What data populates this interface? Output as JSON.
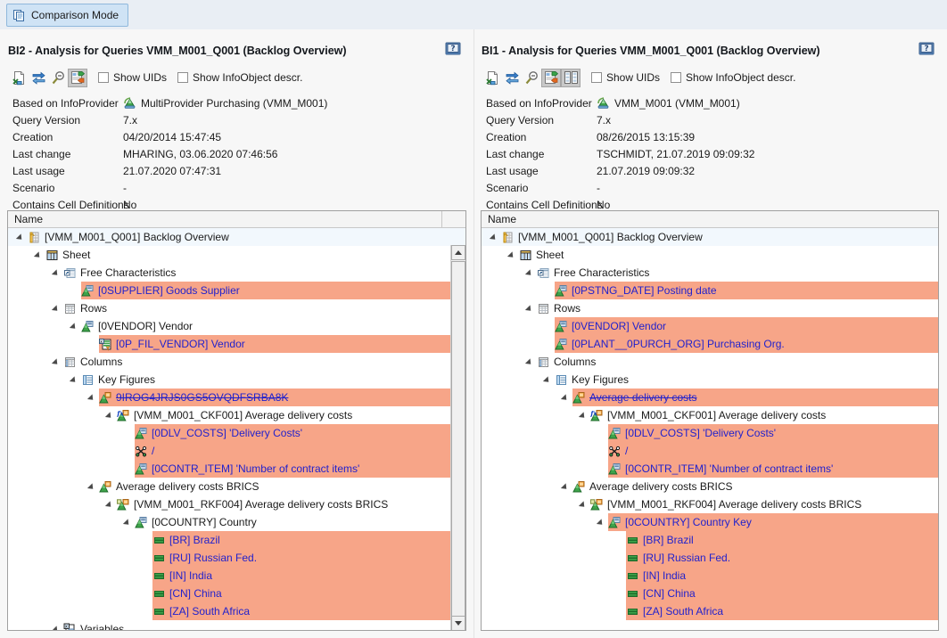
{
  "topbar": {
    "comparison_mode_label": "Comparison Mode",
    "comparison_mode_icon": "copy-pages-icon"
  },
  "colors": {
    "highlight_diff": "#f7a588",
    "selected_row": "#f2f8fd",
    "accent_blue": "#2222cc",
    "button_active": "#cfe3f5"
  },
  "panels": [
    {
      "id": "BI2",
      "title": "BI2 - Analysis for Queries VMM_M001_Q001 (Backlog Overview)",
      "help_icon": "help-book-icon",
      "toolbar": {
        "buttons": [
          {
            "name": "export-query-icon",
            "pressed": false
          },
          {
            "name": "compare-exchange-icon",
            "pressed": false
          },
          {
            "name": "zoom-out-icon",
            "pressed": false
          },
          {
            "name": "show-differences-icon",
            "pressed": true
          }
        ],
        "checkboxes": [
          {
            "label": "Show UIDs",
            "checked": false
          },
          {
            "label": "Show InfoObject descr.",
            "checked": false
          }
        ]
      },
      "meta": [
        {
          "key": "Based on InfoProvider",
          "value": "MultiProvider Purchasing (VMM_M001)",
          "icon": "infoprovider-icon"
        },
        {
          "key": "Query Version",
          "value": "7.x",
          "icon": null
        },
        {
          "key": "Creation",
          "value": "04/20/2014 15:47:45",
          "icon": null
        },
        {
          "key": "Last change",
          "value": "MHARING, 03.06.2020 07:46:56",
          "icon": null
        },
        {
          "key": "Last usage",
          "value": "21.07.2020 07:47:31",
          "icon": null
        },
        {
          "key": "Scenario",
          "value": "-",
          "icon": null
        },
        {
          "key": "Contains Cell Definitions",
          "value": "No",
          "icon": null
        }
      ],
      "tree": {
        "column_header": "Name",
        "has_scrollbar": true,
        "rows": [
          {
            "depth": 0,
            "arrow": "open",
            "icon": "query-icon",
            "text": "[VMM_M001_Q001] Backlog Overview",
            "blue": false,
            "strike": false,
            "highlight": false,
            "selected": true
          },
          {
            "depth": 1,
            "arrow": "open",
            "icon": "sheet-icon",
            "text": "Sheet",
            "blue": false,
            "strike": false,
            "highlight": false,
            "selected": false
          },
          {
            "depth": 2,
            "arrow": "open",
            "icon": "free-chars-icon",
            "text": "Free Characteristics",
            "blue": false,
            "strike": false,
            "highlight": false,
            "selected": false
          },
          {
            "depth": 3,
            "arrow": "none",
            "icon": "characteristic-icon",
            "text": "[0SUPPLIER] Goods Supplier",
            "blue": true,
            "strike": false,
            "highlight": true,
            "selected": false
          },
          {
            "depth": 2,
            "arrow": "open",
            "icon": "rows-icon",
            "text": "Rows",
            "blue": false,
            "strike": false,
            "highlight": false,
            "selected": false
          },
          {
            "depth": 3,
            "arrow": "open",
            "icon": "characteristic-icon",
            "text": "[0VENDOR] Vendor",
            "blue": false,
            "strike": false,
            "highlight": false,
            "selected": false
          },
          {
            "depth": 4,
            "arrow": "none",
            "icon": "variable-filter-icon",
            "text": "[0P_FIL_VENDOR] Vendor",
            "blue": true,
            "strike": false,
            "highlight": true,
            "selected": false
          },
          {
            "depth": 2,
            "arrow": "open",
            "icon": "columns-icon",
            "text": "Columns",
            "blue": false,
            "strike": false,
            "highlight": false,
            "selected": false
          },
          {
            "depth": 3,
            "arrow": "open",
            "icon": "key-figures-icon",
            "text": "Key Figures",
            "blue": false,
            "strike": false,
            "highlight": false,
            "selected": false
          },
          {
            "depth": 4,
            "arrow": "open",
            "icon": "structure-member-icon",
            "text": "9IROG4JRJS0GS5OVQDFSRBA8K",
            "blue": true,
            "strike": true,
            "highlight": true,
            "selected": false
          },
          {
            "depth": 5,
            "arrow": "open",
            "icon": "calculated-kf-icon",
            "text": "[VMM_M001_CKF001] Average delivery costs",
            "blue": false,
            "strike": false,
            "highlight": false,
            "selected": false
          },
          {
            "depth": 6,
            "arrow": "none",
            "icon": "key-figure-icon",
            "text": "[0DLV_COSTS] 'Delivery Costs'",
            "blue": true,
            "strike": false,
            "highlight": true,
            "selected": false
          },
          {
            "depth": 6,
            "arrow": "none",
            "icon": "operator-icon",
            "text": "/",
            "blue": true,
            "strike": false,
            "highlight": true,
            "selected": false
          },
          {
            "depth": 6,
            "arrow": "none",
            "icon": "key-figure-icon",
            "text": "[0CONTR_ITEM] 'Number of contract items'",
            "blue": true,
            "strike": false,
            "highlight": true,
            "selected": false
          },
          {
            "depth": 4,
            "arrow": "open",
            "icon": "structure-member-icon",
            "text": "Average delivery costs BRICS",
            "blue": false,
            "strike": false,
            "highlight": false,
            "selected": false
          },
          {
            "depth": 5,
            "arrow": "open",
            "icon": "restricted-kf-icon",
            "text": "[VMM_M001_RKF004] Average delivery costs BRICS",
            "blue": false,
            "strike": false,
            "highlight": false,
            "selected": false
          },
          {
            "depth": 6,
            "arrow": "open",
            "icon": "characteristic-icon",
            "text": "[0COUNTRY] Country",
            "blue": false,
            "strike": false,
            "highlight": false,
            "selected": false
          },
          {
            "depth": 7,
            "arrow": "none",
            "icon": "member-value-icon",
            "text": "[BR] Brazil",
            "blue": true,
            "strike": false,
            "highlight": true,
            "selected": false
          },
          {
            "depth": 7,
            "arrow": "none",
            "icon": "member-value-icon",
            "text": "[RU] Russian Fed.",
            "blue": true,
            "strike": false,
            "highlight": true,
            "selected": false
          },
          {
            "depth": 7,
            "arrow": "none",
            "icon": "member-value-icon",
            "text": "[IN] India",
            "blue": true,
            "strike": false,
            "highlight": true,
            "selected": false
          },
          {
            "depth": 7,
            "arrow": "none",
            "icon": "member-value-icon",
            "text": "[CN] China",
            "blue": true,
            "strike": false,
            "highlight": true,
            "selected": false
          },
          {
            "depth": 7,
            "arrow": "none",
            "icon": "member-value-icon",
            "text": "[ZA] South Africa",
            "blue": true,
            "strike": false,
            "highlight": true,
            "selected": false
          },
          {
            "depth": 2,
            "arrow": "open",
            "icon": "variables-icon",
            "text": "Variables",
            "blue": false,
            "strike": false,
            "highlight": false,
            "selected": false,
            "clipped": true
          }
        ]
      }
    },
    {
      "id": "BI1",
      "title": "BI1 - Analysis for Queries VMM_M001_Q001 (Backlog Overview)",
      "help_icon": "help-book-icon",
      "toolbar": {
        "buttons": [
          {
            "name": "export-query-icon",
            "pressed": false
          },
          {
            "name": "compare-exchange-icon",
            "pressed": false
          },
          {
            "name": "zoom-out-icon",
            "pressed": false
          },
          {
            "name": "show-differences-icon",
            "pressed": true
          },
          {
            "name": "grid-layout-icon",
            "pressed": true
          }
        ],
        "checkboxes": [
          {
            "label": "Show UIDs",
            "checked": false
          },
          {
            "label": "Show InfoObject descr.",
            "checked": false
          }
        ]
      },
      "meta": [
        {
          "key": "Based on InfoProvider",
          "value": "VMM_M001 (VMM_M001)",
          "icon": "infoprovider-icon"
        },
        {
          "key": "Query Version",
          "value": "7.x",
          "icon": null
        },
        {
          "key": "Creation",
          "value": "08/26/2015 13:15:39",
          "icon": null
        },
        {
          "key": "Last change",
          "value": "TSCHMIDT, 21.07.2019 09:09:32",
          "icon": null
        },
        {
          "key": "Last usage",
          "value": "21.07.2019 09:09:32",
          "icon": null
        },
        {
          "key": "Scenario",
          "value": "-",
          "icon": null
        },
        {
          "key": "Contains Cell Definitions",
          "value": "No",
          "icon": null
        }
      ],
      "tree": {
        "column_header": "Name",
        "has_scrollbar": false,
        "rows": [
          {
            "depth": 0,
            "arrow": "open",
            "icon": "query-icon",
            "text": "[VMM_M001_Q001] Backlog Overview",
            "blue": false,
            "strike": false,
            "highlight": false,
            "selected": true
          },
          {
            "depth": 1,
            "arrow": "open",
            "icon": "sheet-icon",
            "text": "Sheet",
            "blue": false,
            "strike": false,
            "highlight": false,
            "selected": false
          },
          {
            "depth": 2,
            "arrow": "open",
            "icon": "free-chars-icon",
            "text": "Free Characteristics",
            "blue": false,
            "strike": false,
            "highlight": false,
            "selected": false
          },
          {
            "depth": 3,
            "arrow": "none",
            "icon": "characteristic-icon",
            "text": "[0PSTNG_DATE] Posting date",
            "blue": true,
            "strike": false,
            "highlight": true,
            "selected": false
          },
          {
            "depth": 2,
            "arrow": "open",
            "icon": "rows-icon",
            "text": "Rows",
            "blue": false,
            "strike": false,
            "highlight": false,
            "selected": false
          },
          {
            "depth": 3,
            "arrow": "none",
            "icon": "characteristic-icon",
            "text": "[0VENDOR] Vendor",
            "blue": true,
            "strike": false,
            "highlight": true,
            "selected": false
          },
          {
            "depth": 3,
            "arrow": "none",
            "icon": "characteristic-icon",
            "text": "[0PLANT__0PURCH_ORG] Purchasing Org.",
            "blue": true,
            "strike": false,
            "highlight": true,
            "selected": false
          },
          {
            "depth": 2,
            "arrow": "open",
            "icon": "columns-icon",
            "text": "Columns",
            "blue": false,
            "strike": false,
            "highlight": false,
            "selected": false
          },
          {
            "depth": 3,
            "arrow": "open",
            "icon": "key-figures-icon",
            "text": "Key Figures",
            "blue": false,
            "strike": false,
            "highlight": false,
            "selected": false
          },
          {
            "depth": 4,
            "arrow": "open",
            "icon": "structure-member-icon",
            "text": "Average delivery costs",
            "blue": true,
            "strike": true,
            "highlight": true,
            "selected": false
          },
          {
            "depth": 5,
            "arrow": "open",
            "icon": "calculated-kf-icon",
            "text": "[VMM_M001_CKF001] Average delivery costs",
            "blue": false,
            "strike": false,
            "highlight": false,
            "selected": false
          },
          {
            "depth": 6,
            "arrow": "none",
            "icon": "key-figure-icon",
            "text": "[0DLV_COSTS] 'Delivery Costs'",
            "blue": true,
            "strike": false,
            "highlight": true,
            "selected": false
          },
          {
            "depth": 6,
            "arrow": "none",
            "icon": "operator-icon",
            "text": "/",
            "blue": true,
            "strike": false,
            "highlight": true,
            "selected": false
          },
          {
            "depth": 6,
            "arrow": "none",
            "icon": "key-figure-icon",
            "text": "[0CONTR_ITEM] 'Number of contract items'",
            "blue": true,
            "strike": false,
            "highlight": true,
            "selected": false
          },
          {
            "depth": 4,
            "arrow": "open",
            "icon": "structure-member-icon",
            "text": "Average delivery costs BRICS",
            "blue": false,
            "strike": false,
            "highlight": false,
            "selected": false
          },
          {
            "depth": 5,
            "arrow": "open",
            "icon": "restricted-kf-icon",
            "text": "[VMM_M001_RKF004] Average delivery costs BRICS",
            "blue": false,
            "strike": false,
            "highlight": false,
            "selected": false
          },
          {
            "depth": 6,
            "arrow": "open",
            "icon": "characteristic-icon",
            "text": "[0COUNTRY] Country Key",
            "blue": true,
            "strike": false,
            "highlight": true,
            "selected": false
          },
          {
            "depth": 7,
            "arrow": "none",
            "icon": "member-value-icon",
            "text": "[BR] Brazil",
            "blue": true,
            "strike": false,
            "highlight": true,
            "selected": false
          },
          {
            "depth": 7,
            "arrow": "none",
            "icon": "member-value-icon",
            "text": "[RU] Russian Fed.",
            "blue": true,
            "strike": false,
            "highlight": true,
            "selected": false
          },
          {
            "depth": 7,
            "arrow": "none",
            "icon": "member-value-icon",
            "text": "[IN] India",
            "blue": true,
            "strike": false,
            "highlight": true,
            "selected": false
          },
          {
            "depth": 7,
            "arrow": "none",
            "icon": "member-value-icon",
            "text": "[CN] China",
            "blue": true,
            "strike": false,
            "highlight": true,
            "selected": false
          },
          {
            "depth": 7,
            "arrow": "none",
            "icon": "member-value-icon",
            "text": "[ZA] South Africa",
            "blue": true,
            "strike": false,
            "highlight": true,
            "selected": false
          }
        ]
      }
    }
  ]
}
